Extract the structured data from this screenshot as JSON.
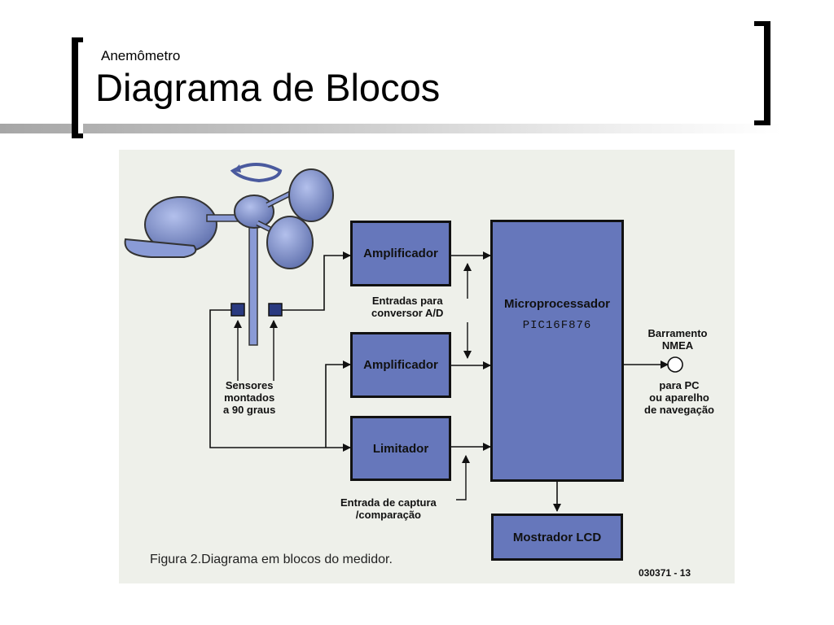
{
  "header": {
    "subtitle": "Anemômetro",
    "title": "Diagrama de Blocos"
  },
  "diagram": {
    "blocks": {
      "amp1": "Amplificador",
      "amp2": "Amplificador",
      "limiter": "Limitador",
      "microprocessor": "Microprocessador",
      "chip": "PIC16F876",
      "lcd": "Mostrador LCD"
    },
    "labels": {
      "adc_line1": "Entradas para",
      "adc_line2": "conversor A/D",
      "sensors_line1": "Sensores",
      "sensors_line2": "montados",
      "sensors_line3": "a 90 graus",
      "bus_line1": "Barramento",
      "bus_line2": "NMEA",
      "pc_line1": "para PC",
      "pc_line2": "ou aparelho",
      "pc_line3": "de navegação",
      "capture_line1": "Entrada de captura",
      "capture_line2": "/comparação"
    },
    "caption": "Figura 2.Diagrama em blocos do medidor.",
    "code": "030371 - 13"
  },
  "colors": {
    "block_fill": "#6677bb",
    "background": "#eef0ea"
  }
}
